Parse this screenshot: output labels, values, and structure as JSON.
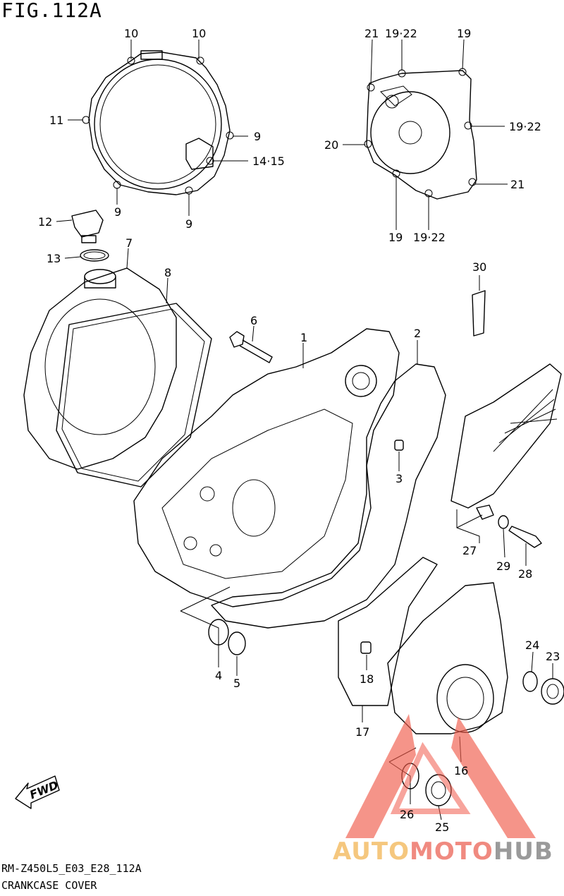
{
  "figure": {
    "title": "FIG.112A",
    "model_code": "RM-Z450L5_E03_E28_112A",
    "section_name": "CRANKCASE COVER"
  },
  "callouts": [
    {
      "id": "c10a",
      "label": "10"
    },
    {
      "id": "c10b",
      "label": "10"
    },
    {
      "id": "c11",
      "label": "11"
    },
    {
      "id": "c9a",
      "label": "9"
    },
    {
      "id": "c1415",
      "label": "14·15"
    },
    {
      "id": "c9b",
      "label": "9"
    },
    {
      "id": "c9c",
      "label": "9"
    },
    {
      "id": "c21a",
      "label": "21"
    },
    {
      "id": "c1922a",
      "label": "19·22"
    },
    {
      "id": "c19a",
      "label": "19"
    },
    {
      "id": "c1922b",
      "label": "19·22"
    },
    {
      "id": "c20",
      "label": "20"
    },
    {
      "id": "c21b",
      "label": "21"
    },
    {
      "id": "c19b",
      "label": "19"
    },
    {
      "id": "c1922c",
      "label": "19·22"
    },
    {
      "id": "c12",
      "label": "12"
    },
    {
      "id": "c13",
      "label": "13"
    },
    {
      "id": "c7",
      "label": "7"
    },
    {
      "id": "c8",
      "label": "8"
    },
    {
      "id": "c30",
      "label": "30"
    },
    {
      "id": "c6",
      "label": "6"
    },
    {
      "id": "c1",
      "label": "1"
    },
    {
      "id": "c2",
      "label": "2"
    },
    {
      "id": "c3",
      "label": "3"
    },
    {
      "id": "c27",
      "label": "27"
    },
    {
      "id": "c29",
      "label": "29"
    },
    {
      "id": "c28",
      "label": "28"
    },
    {
      "id": "c4",
      "label": "4"
    },
    {
      "id": "c5",
      "label": "5"
    },
    {
      "id": "c24",
      "label": "24"
    },
    {
      "id": "c23",
      "label": "23"
    },
    {
      "id": "c18",
      "label": "18"
    },
    {
      "id": "c17",
      "label": "17"
    },
    {
      "id": "c16",
      "label": "16"
    },
    {
      "id": "c26",
      "label": "26"
    },
    {
      "id": "c25",
      "label": "25"
    }
  ],
  "fwd_label": "FWD",
  "watermark": {
    "part1": "AUTO",
    "part2": "MOTO",
    "part3": "HUB",
    "color_auto": "#f5c77e",
    "color_moto": "#f08a80",
    "color_hub": "#9a9a9a",
    "triangle_color": "#f05a4a"
  }
}
